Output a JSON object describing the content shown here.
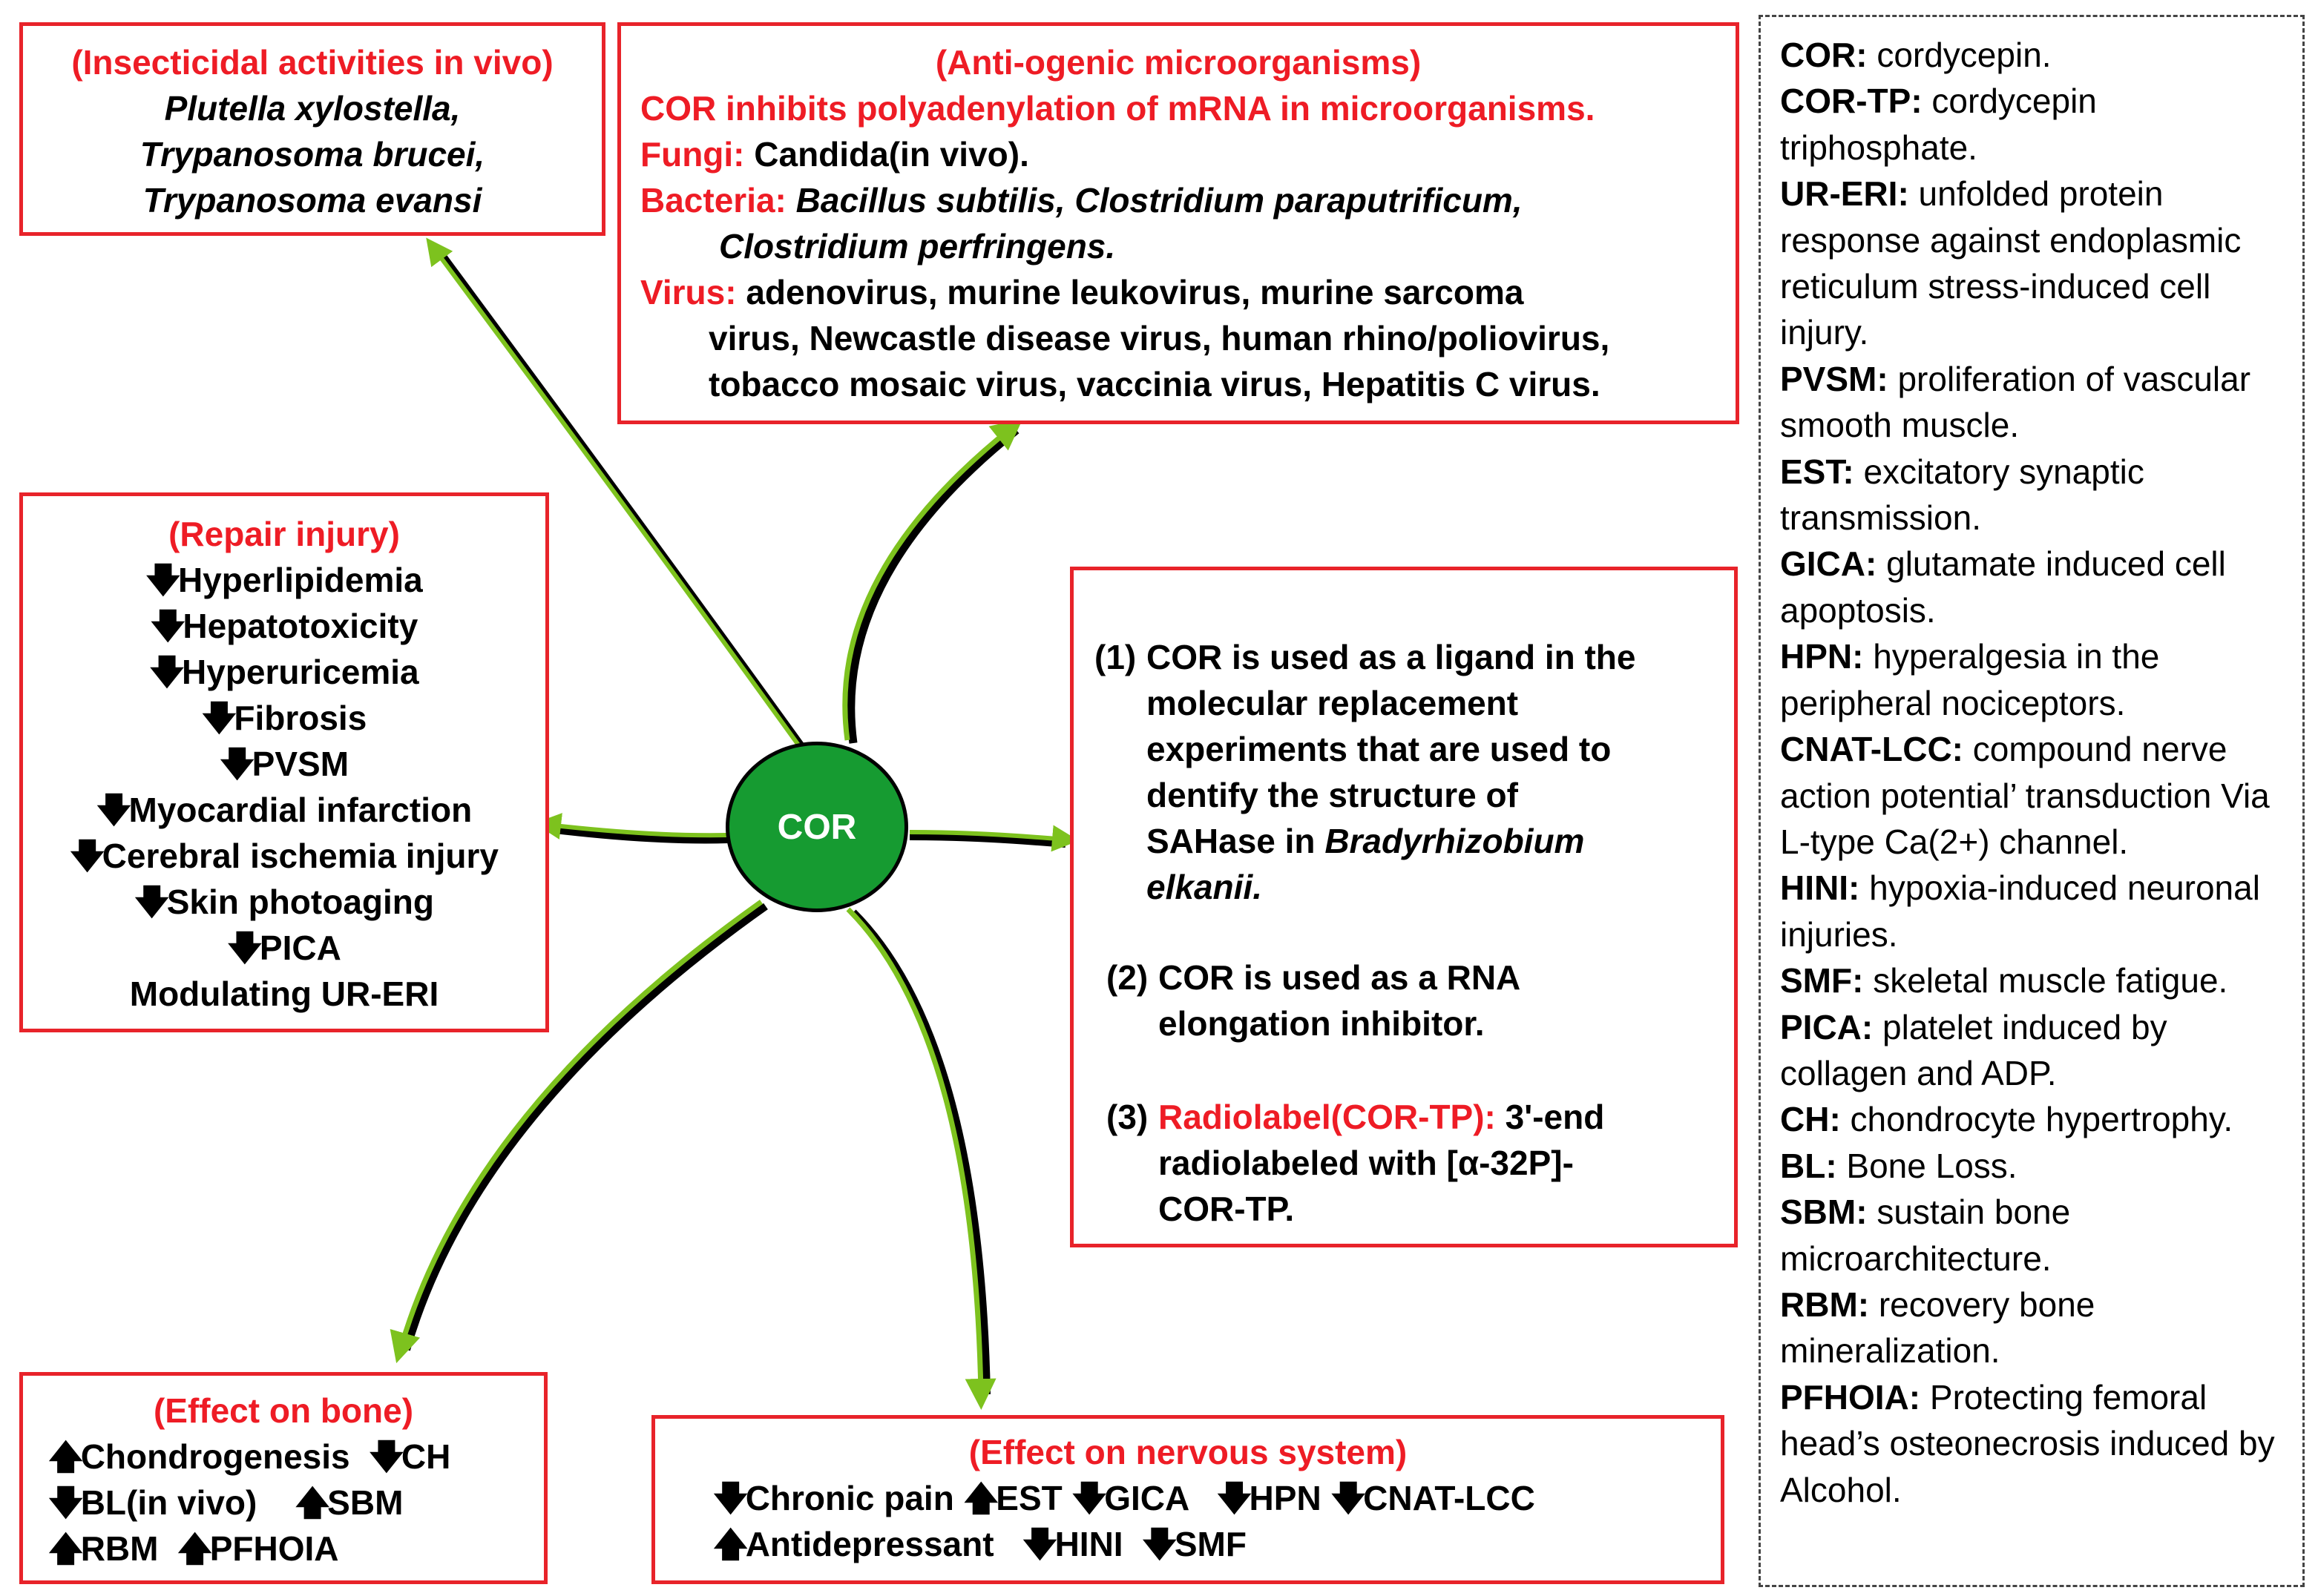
{
  "center_node": "COR",
  "insecticidal": {
    "title": "(Insecticidal activities in vivo)",
    "items": [
      "Plutella xylostella,",
      "Trypanosoma brucei,",
      "Trypanosoma evansi"
    ]
  },
  "antiogenic": {
    "title": "(Anti-ogenic microorganisms)",
    "subtitle": "COR inhibits polyadenylation of mRNA in microorganisms.",
    "fungi_label": "Fungi:",
    "fungi_text": " Candida(in vivo).",
    "bacteria_label": "Bacteria:",
    "bacteria_line1": "Bacillus subtilis,  Clostridium paraputrificum,",
    "bacteria_line2": "Clostridium perfringens.",
    "virus_label": "Virus:",
    "virus_line1": " adenovirus, murine leukovirus, murine sarcoma",
    "virus_line2": "virus, Newcastle disease virus, human rhino/poliovirus,",
    "virus_line3": "tobacco mosaic virus, vaccinia virus, Hepatitis C virus."
  },
  "repair": {
    "title": "(Repair injury)",
    "items": [
      "Hyperlipidemia",
      "Hepatotoxicity",
      "Hyperuricemia",
      "Fibrosis",
      "PVSM",
      "Myocardial infarction",
      "Cerebral ischemia injury",
      "Skin photoaging",
      "PICA"
    ],
    "last": "Modulating UR-ERI"
  },
  "research": {
    "item1_num": "(1)",
    "item1_lines": [
      "COR is used as a ligand in the",
      "molecular replacement",
      "experiments that are used to",
      "dentify the structure of"
    ],
    "item1_line5": "SAHase in ",
    "item1_species": "Bradyrhizobium",
    "item1_species2": "elkanii.",
    "item2_num": "(2)",
    "item2_lines": [
      "COR is used as a RNA",
      "elongation inhibitor."
    ],
    "item3_num": "(3)",
    "item3_label": "Radiolabel(COR-TP):",
    "item3_lines": [
      " 3'-end",
      "radiolabeled with [α-32P]-",
      "COR-TP."
    ]
  },
  "bone": {
    "title": "(Effect on bone)",
    "row1_a": "Chondrogenesis",
    "row1_b": "CH",
    "row2_a": "BL(in vivo)",
    "row2_b": "SBM",
    "row3_a": "RBM",
    "row3_b": "PFHOIA"
  },
  "nervous": {
    "title": "(Effect on nervous system)",
    "row1": [
      "Chronic pain",
      "EST",
      "GICA",
      "HPN",
      "CNAT-LCC"
    ],
    "row2": [
      "Antidepressant",
      "HINI",
      "SMF"
    ]
  },
  "legend": [
    {
      "abbr": "COR:",
      "def": " cordycepin."
    },
    {
      "abbr": "COR-TP:",
      "def": " cordycepin triphosphate."
    },
    {
      "abbr": "UR-ERI:",
      "def": " unfolded protein response against endoplasmic reticulum stress-induced cell injury."
    },
    {
      "abbr": "PVSM:",
      "def": " proliferation of vascular smooth muscle."
    },
    {
      "abbr": "EST:",
      "def": " excitatory synaptic transmission."
    },
    {
      "abbr": "GICA:",
      "def": " glutamate induced cell apoptosis."
    },
    {
      "abbr": "HPN:",
      "def": " hyperalgesia in the peripheral nociceptors."
    },
    {
      "abbr": "CNAT-LCC:",
      "def": " compound nerve action potential’ transduction Via L-type Ca(2+) channel."
    },
    {
      "abbr": "HINI:",
      "def": " hypoxia-induced neuronal injuries."
    },
    {
      "abbr": "SMF:",
      "def": " skeletal muscle fatigue."
    },
    {
      "abbr": "PICA:",
      "def": " platelet induced by collagen and ADP."
    },
    {
      "abbr": "CH:",
      "def": " chondrocyte hypertrophy."
    },
    {
      "abbr": "BL:",
      "def": " Bone Loss."
    },
    {
      "abbr": "SBM:",
      "def": " sustain bone microarchitecture."
    },
    {
      "abbr": "RBM:",
      "def": " recovery bone mineralization."
    },
    {
      "abbr": "PFHOIA:",
      "def": " Protecting femoral head’s osteonecrosis induced by Alcohol."
    }
  ],
  "colors": {
    "red": "#ee1c25",
    "green_arrow": "#7dc21e",
    "node": "#169b31"
  }
}
